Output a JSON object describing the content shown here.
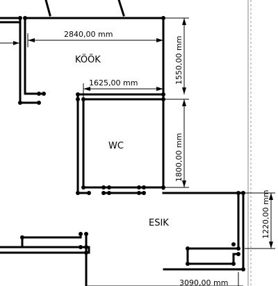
{
  "rooms": {
    "kitchen": "KÖÖK",
    "wc": "WC",
    "hall": "ESIK"
  },
  "dimensions": {
    "kitchen_width": "2840,00 mm",
    "kitchen_height": "1550,00 mm",
    "wc_width": "1625,00 mm",
    "wc_height": "1800,00 mm",
    "hall_height": "1220,00 mm",
    "bottom_width": "3090,00 mm"
  },
  "colors": {
    "walls": "#000000",
    "background": "#ffffff",
    "frame": "#8a8a8a"
  }
}
